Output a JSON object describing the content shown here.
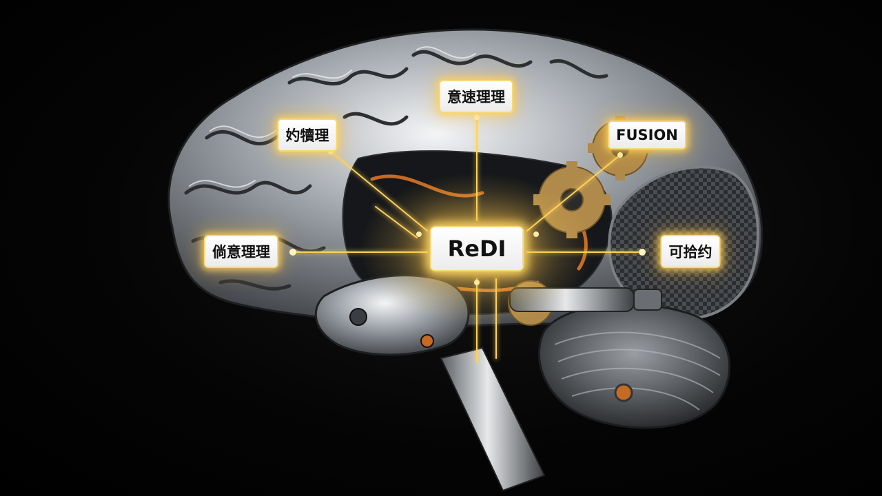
{
  "diagram": {
    "hub": {
      "label": "ReDI"
    },
    "nodes": [
      {
        "id": "top",
        "label": "意速理理"
      },
      {
        "id": "upper-left",
        "label": "妁犢理"
      },
      {
        "id": "fusion",
        "label": "FUSION"
      },
      {
        "id": "left",
        "label": "倘意理理"
      },
      {
        "id": "right",
        "label": "可拾约"
      }
    ]
  },
  "colors": {
    "background": "#000000",
    "connector_glow": "#ffd35a",
    "label_border": "#f7d978",
    "metal": "#c9cdd2",
    "copper": "#c56a24",
    "gear": "#b08a4a"
  },
  "icons": [
    "mechanical-brain-icon",
    "gear-icon",
    "carbon-fiber-panel-icon"
  ]
}
